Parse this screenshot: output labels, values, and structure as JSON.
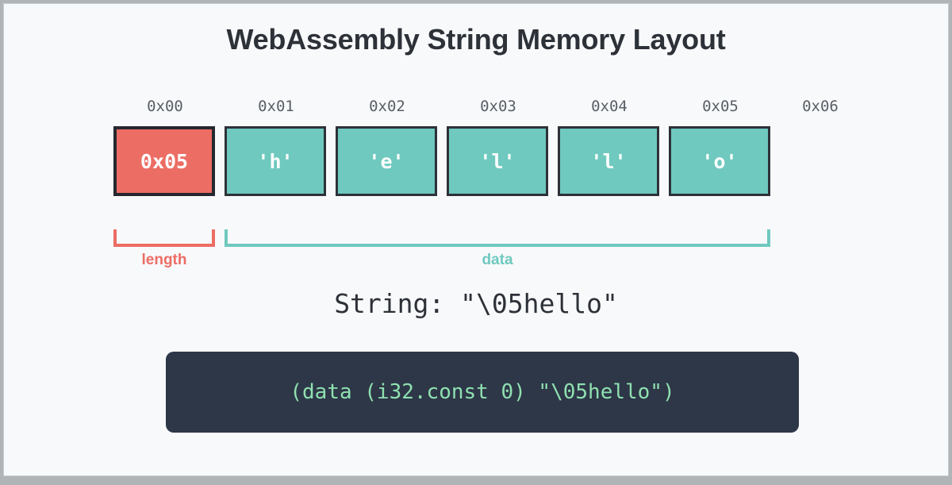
{
  "title": "WebAssembly String Memory Layout",
  "colors": {
    "length_accent": "#ec6d64",
    "data_accent": "#6fc9bf",
    "cell_border": "#2d3138",
    "code_background": "#2d3748",
    "code_text": "#8fe0b0",
    "page_background": "#f8f9fb",
    "title_text": "#2d3138"
  },
  "memory": {
    "addresses": [
      "0x00",
      "0x01",
      "0x02",
      "0x03",
      "0x04",
      "0x05",
      "0x06"
    ],
    "cells": [
      {
        "value": "0x05",
        "kind": "length"
      },
      {
        "value": "'h'",
        "kind": "data"
      },
      {
        "value": "'e'",
        "kind": "data"
      },
      {
        "value": "'l'",
        "kind": "data"
      },
      {
        "value": "'l'",
        "kind": "data"
      },
      {
        "value": "'o'",
        "kind": "data"
      }
    ]
  },
  "brackets": {
    "length": {
      "label": "length"
    },
    "data": {
      "label": "data"
    }
  },
  "string_line": "String: \"\\05hello\"",
  "code": {
    "text": "(data (i32.const 0) \"\\05hello\")"
  }
}
